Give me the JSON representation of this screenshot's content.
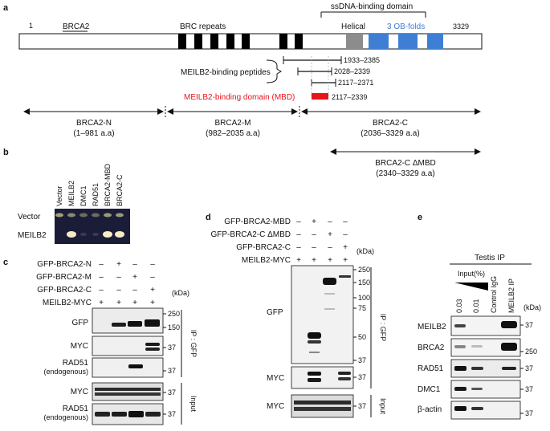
{
  "panels": {
    "a": "a",
    "b": "b",
    "c": "c",
    "d": "d",
    "e": "e"
  },
  "colors": {
    "accent_red": "#e8141b",
    "ob_blue": "#3f7fd3",
    "helical_grey": "#8c8c8c",
    "bar_black": "#000000"
  },
  "panel_a": {
    "start": "1",
    "end": "3329",
    "protein": "BRCA2",
    "brc_repeats": "BRC repeats",
    "ssdna_domain": "ssDNA-binding domain",
    "helical": "Helical",
    "ob_folds": "3 OB-folds",
    "peptides_label": "MEILB2-binding peptides",
    "peptides": [
      "1933–2385",
      "2028–2339",
      "2117–2371"
    ],
    "mbd_label": "MEILB2-binding domain (MBD)",
    "mbd_range": "2117–2339",
    "regions": [
      {
        "name": "BRCA2-N",
        "range": "(1–981 a.a)"
      },
      {
        "name": "BRCA2-M",
        "range": "(982–2035 a.a)"
      },
      {
        "name": "BRCA2-C",
        "range": "(2036–3329 a.a)"
      },
      {
        "name": "BRCA2-C ΔMBD",
        "range": "(2340–3329 a.a)"
      }
    ]
  },
  "panel_b": {
    "columns": [
      "Vector",
      "MEILB2",
      "DMC1",
      "RAD51",
      "BRCA2-MBD",
      "BRCA2-C"
    ],
    "rows": [
      "Vector",
      "MEILB2"
    ]
  },
  "panel_c": {
    "rows": [
      "GFP-BRCA2-N",
      "GFP-BRCA2-M",
      "GFP-BRCA2-C",
      "MEILB2-MYC"
    ],
    "signs": [
      [
        "–",
        "+",
        "–",
        "–"
      ],
      [
        "–",
        "–",
        "+",
        "–"
      ],
      [
        "–",
        "–",
        "–",
        "+"
      ],
      [
        "+",
        "+",
        "+",
        "+"
      ]
    ],
    "kda": "(kDa)",
    "blots": [
      "GFP",
      "MYC",
      "RAD51",
      "(endogenous)",
      "MYC",
      "RAD51",
      "(endogenous)"
    ],
    "markers": [
      "250",
      "150",
      "37",
      "37",
      "37",
      "37"
    ],
    "ip": "IP : GFP",
    "input": "Input"
  },
  "panel_d": {
    "rows": [
      "GFP-BRCA2-MBD",
      "GFP-BRCA2-C ΔMBD",
      "GFP-BRCA2-C",
      "MEILB2-MYC"
    ],
    "signs": [
      [
        "–",
        "+",
        "–",
        "–"
      ],
      [
        "–",
        "–",
        "+",
        "–"
      ],
      [
        "–",
        "–",
        "–",
        "+"
      ],
      [
        "+",
        "+",
        "+",
        "+"
      ]
    ],
    "kda": "(kDa)",
    "blots": [
      "GFP",
      "MYC",
      "MYC"
    ],
    "markers": [
      "250",
      "150",
      "100",
      "75",
      "50",
      "37",
      "37",
      "37"
    ],
    "ip": "IP : GFP",
    "input": "Input"
  },
  "panel_e": {
    "title": "Testis IP",
    "input_label": "Input(%)",
    "lanes": [
      "0.03",
      "0.01",
      "Control IgG",
      "MEILB2 IP"
    ],
    "kda": "(kDa)",
    "blots": [
      "MEILB2",
      "BRCA2",
      "RAD51",
      "DMC1",
      "β-actin"
    ],
    "markers": [
      "37",
      "250",
      "37",
      "37",
      "37"
    ]
  }
}
